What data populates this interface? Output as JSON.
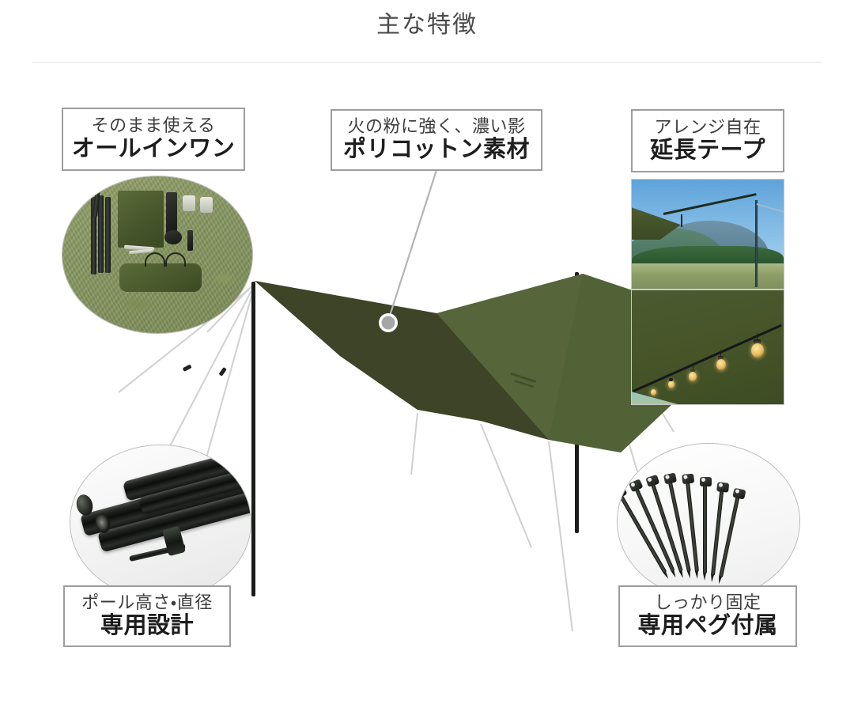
{
  "page": {
    "title": "主な特徴",
    "background_color": "#ffffff",
    "divider_color": "#e2e2e2"
  },
  "callouts": [
    {
      "id": "all-in-one",
      "position": "top-left",
      "sub_label": "そのまま使える",
      "main_label": "オールインワン",
      "media_type": "circle-photo",
      "media_description": "grass-ground-layout-of-tarp-kit-poles-bag-pegs-ropes"
    },
    {
      "id": "poly-cotton",
      "position": "top-center",
      "sub_label": "火の粉に強く、濃い影",
      "main_label": "ポリコットン素材",
      "media_type": "leader-marker",
      "media_description": "leader-line-pointing-to-olive-tarp-canopy"
    },
    {
      "id": "extension-tape",
      "position": "top-right",
      "sub_label": "アレンジ自在",
      "main_label": "延長テープ",
      "media_type": "rect-photo-pair",
      "media_description": "tarp-edge-with-extension-tape-over-mountains-and-string-lights-hung-under-tarp"
    },
    {
      "id": "pole-design",
      "position": "bottom-left",
      "sub_label": "ポール高さ・直径",
      "main_label": "専用設計",
      "media_type": "circle-photo",
      "media_description": "black-aluminum-pole-segments-closeup"
    },
    {
      "id": "pegs-included",
      "position": "bottom-right",
      "sub_label": "しっかり固定",
      "main_label": "専用ペグ付属",
      "media_type": "circle-photo",
      "media_description": "fan-of-black-steel-tent-pegs"
    }
  ],
  "hero": {
    "product": "olive-hexagonal-camping-tarp",
    "tarp_color_dark": "#3d4428",
    "tarp_color_light": "#56663a",
    "pole_color": "#1b1d1a",
    "guyline_color": "#cfcfcf",
    "marker_color": "#a6a6a6"
  }
}
